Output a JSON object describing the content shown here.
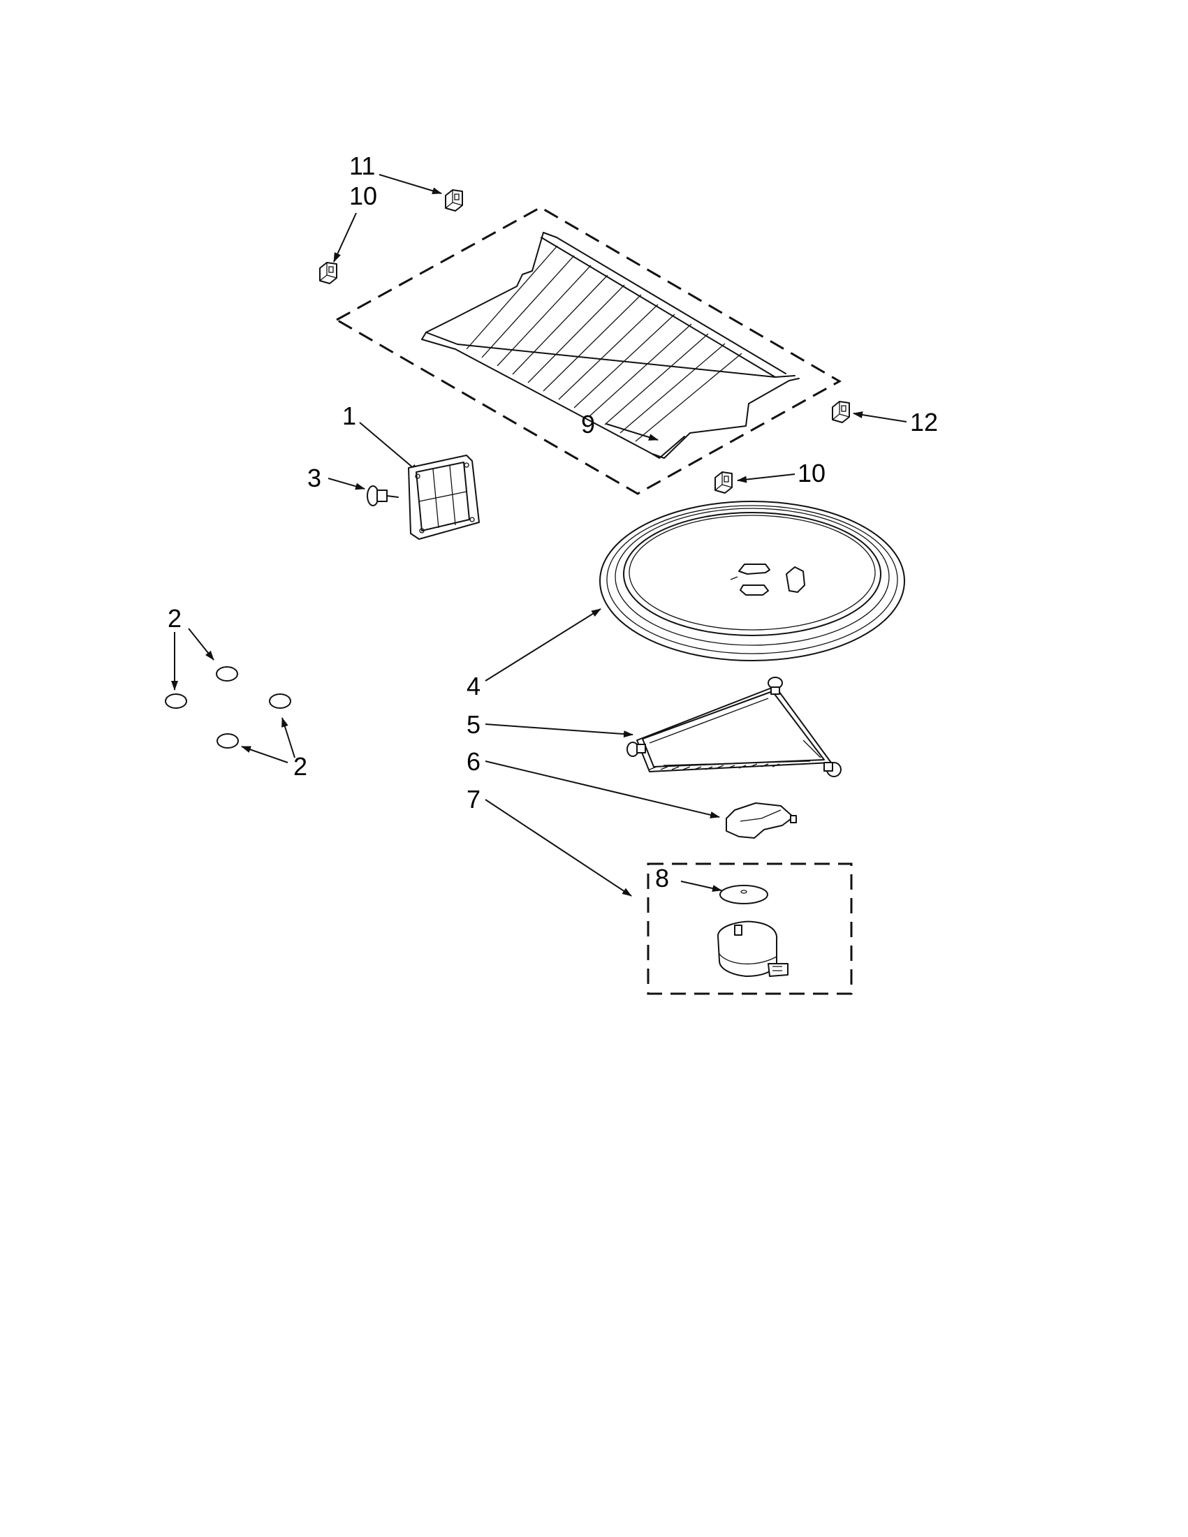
{
  "callouts": {
    "c11": "11",
    "c10a": "10",
    "c12": "12",
    "c1": "1",
    "c9": "9",
    "c3": "3",
    "c10b": "10",
    "c2a": "2",
    "c2b": "2",
    "c4": "4",
    "c5": "5",
    "c6": "6",
    "c7": "7",
    "c8": "8"
  }
}
